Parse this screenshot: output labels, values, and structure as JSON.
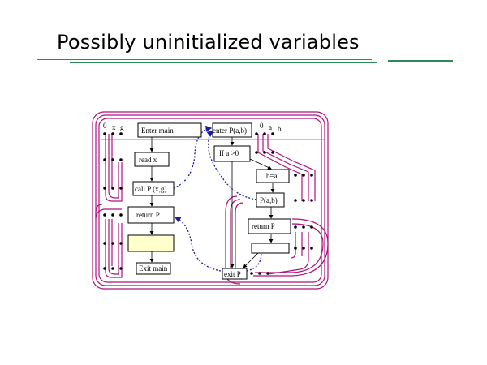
{
  "slide": {
    "title": "Possibly uninitialized variables",
    "accent_color": "#2e8b57"
  },
  "diagram": {
    "colors": {
      "track": "#b0127e",
      "dotted_edge": "#1a1aa6",
      "node_border": "#000000",
      "highlight_fill": "#ffffcc",
      "arrow": "#000000"
    },
    "main_procedure": {
      "var_labels": [
        "0",
        "x",
        "g"
      ],
      "nodes": [
        "Enter main",
        "read x",
        "call P (x,g)",
        "return P",
        "",
        "Exit main"
      ]
    },
    "p_procedure": {
      "var_labels": [
        "0",
        "a",
        "b"
      ],
      "nodes": [
        "enter P(a,b)",
        "If a >0",
        "b=a",
        "P(a,b)",
        "return P",
        "",
        "exit P"
      ]
    }
  }
}
